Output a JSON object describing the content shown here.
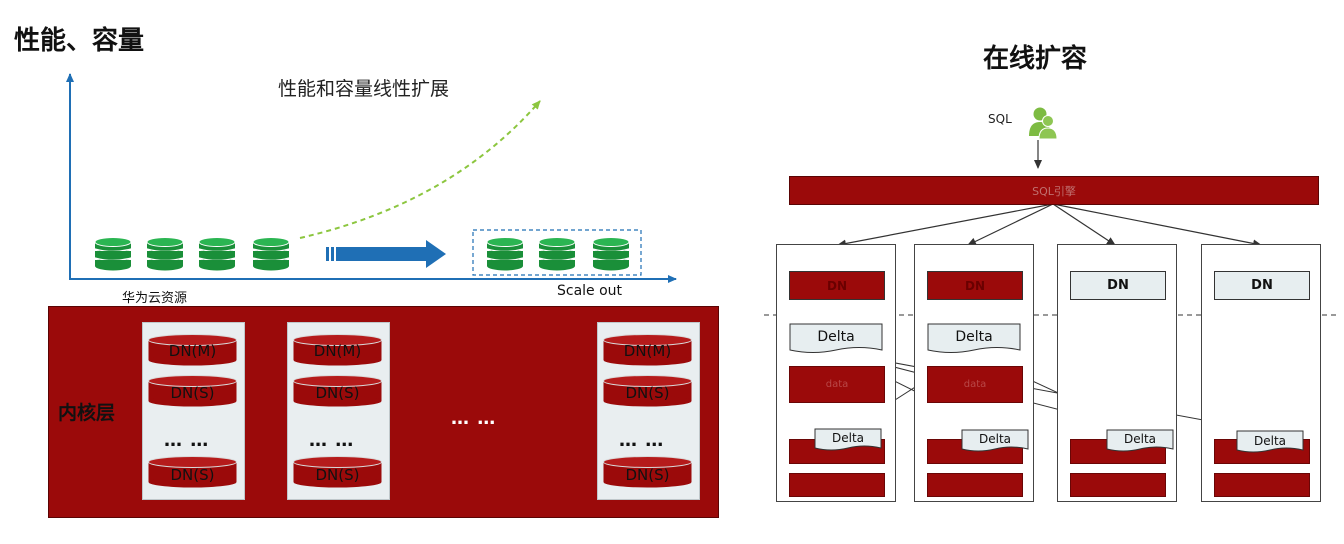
{
  "left": {
    "title": "性能、容量",
    "curve_label": "性能和容量线性扩展",
    "x_label_left": "华为云资源",
    "x_label_right": "Scale out",
    "kernel_label": "内核层",
    "column_cylinders": [
      "DN(M)",
      "DN(S)",
      "DN(S)"
    ],
    "ellipsis": "… …",
    "middle_ellipsis": "… …"
  },
  "right": {
    "title": "在线扩容",
    "sql_label": "SQL",
    "engine_label": "SQL引擎",
    "dn_label": "DN",
    "delta_label": "Delta",
    "data_label": "data"
  },
  "colors": {
    "kernel_red": "#9b0a0a",
    "db_green": "#1a9b3c",
    "arrow_blue": "#1f6fb5",
    "curve_green": "#8cc63f",
    "user_green": "#7dbb42"
  }
}
